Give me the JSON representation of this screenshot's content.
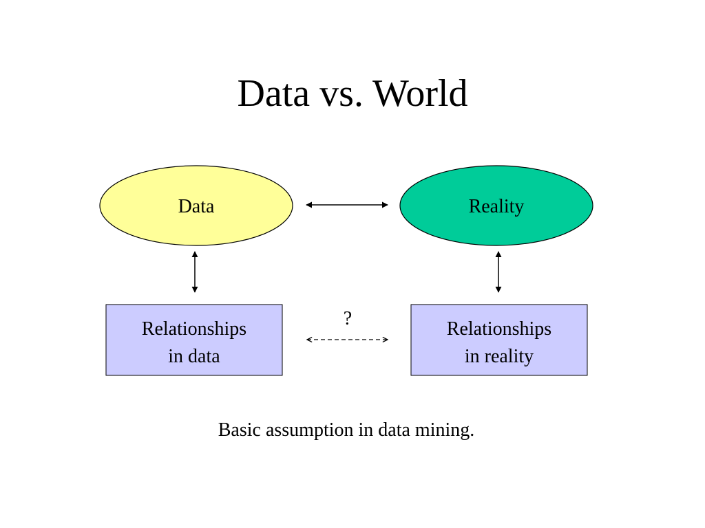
{
  "title": "Data vs. World",
  "nodes": {
    "data": {
      "label": "Data",
      "fill": "#ffff99"
    },
    "reality": {
      "label": "Reality",
      "fill": "#00cc99"
    },
    "rel_data": {
      "line1": "Relationships",
      "line2": "in data",
      "fill": "#ccccff"
    },
    "rel_reality": {
      "line1": "Relationships",
      "line2": "in reality",
      "fill": "#ccccff"
    }
  },
  "question_mark": "?",
  "caption": "Basic assumption in data mining."
}
